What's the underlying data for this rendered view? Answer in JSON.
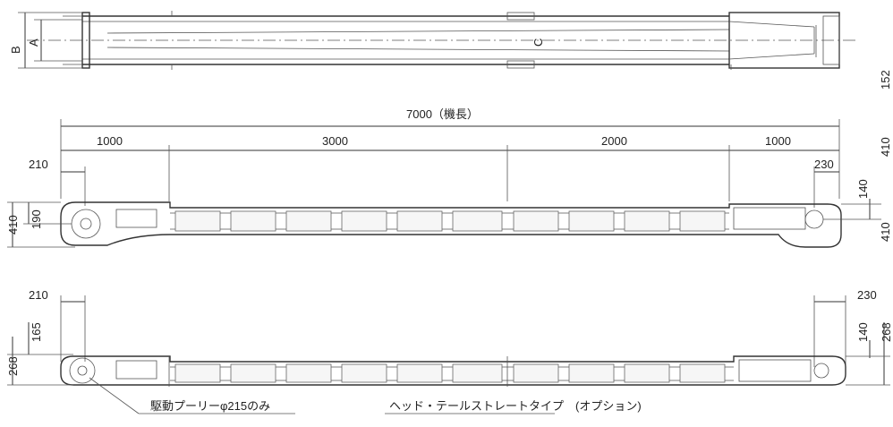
{
  "plan_view": {
    "labels": {
      "b": "B",
      "a": "A",
      "c": "C"
    },
    "right_dim": "152"
  },
  "side_view_1": {
    "overall_length": "7000（機長）",
    "segments": [
      "1000",
      "3000",
      "2000",
      "1000"
    ],
    "left_offset": "210",
    "right_offset": "230",
    "left_height": "190",
    "left_total": "410",
    "right_height": "140",
    "right_label_a": "410",
    "right_label_b": "410"
  },
  "side_view_2": {
    "left_offset": "210",
    "right_offset": "230",
    "left_height": "165",
    "left_total": "268",
    "right_height": "140",
    "right_total": "268"
  },
  "notes": {
    "drive_pulley": "駆動プーリーφ215のみ",
    "option": "ヘッド・テールストレートタイプ　(オプション)"
  }
}
